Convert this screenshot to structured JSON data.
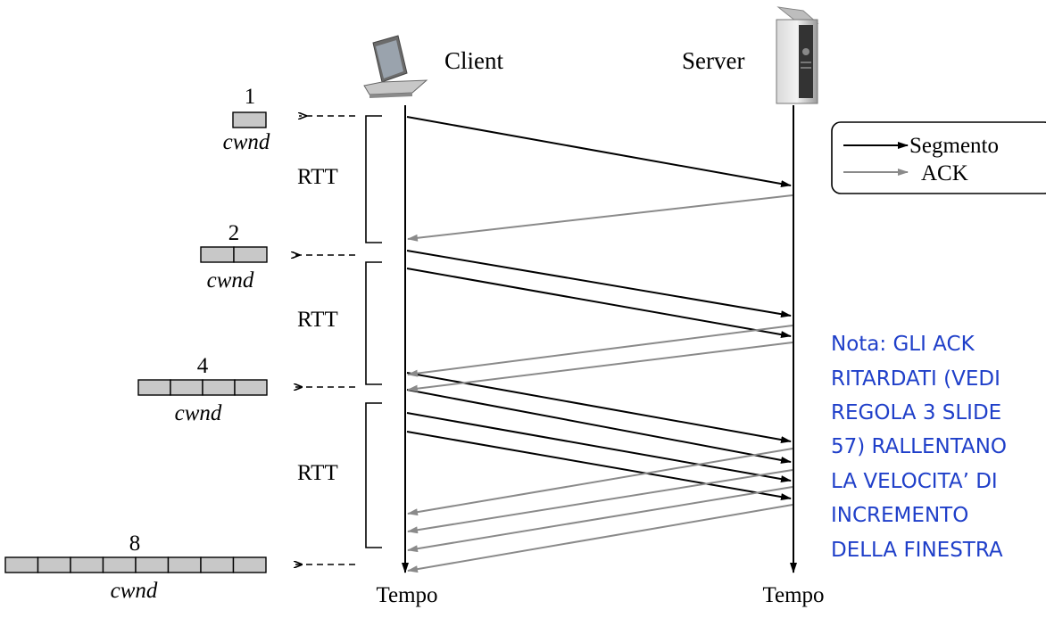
{
  "labels": {
    "client": "Client",
    "server": "Server",
    "time_client": "Tempo",
    "time_server": "Tempo",
    "rtt": [
      "RTT",
      "RTT",
      "RTT"
    ]
  },
  "windows": [
    {
      "size": "1",
      "caption": "cwnd",
      "segments": 1
    },
    {
      "size": "2",
      "caption": "cwnd",
      "segments": 2
    },
    {
      "size": "4",
      "caption": "cwnd",
      "segments": 4
    },
    {
      "size": "8",
      "caption": "cwnd",
      "segments": 8
    }
  ],
  "legend": {
    "segment": "Segmento",
    "ack": "ACK"
  },
  "note": {
    "lines": [
      "Nota:  GLI ACK",
      "RITARDATI (VEDI",
      "REGOLA 3  SLIDE",
      "57) RALLENTANO",
      "LA VELOCITA’ DI",
      "INCREMENTO",
      "DELLA FINESTRA"
    ]
  },
  "colors": {
    "segment_arrow": "#000000",
    "ack_arrow": "#8a8a8a",
    "window_fill": "#c8c8c8",
    "note_text": "#1f3fc9"
  },
  "icons": {
    "client": "laptop-icon",
    "server": "server-tower-icon"
  }
}
